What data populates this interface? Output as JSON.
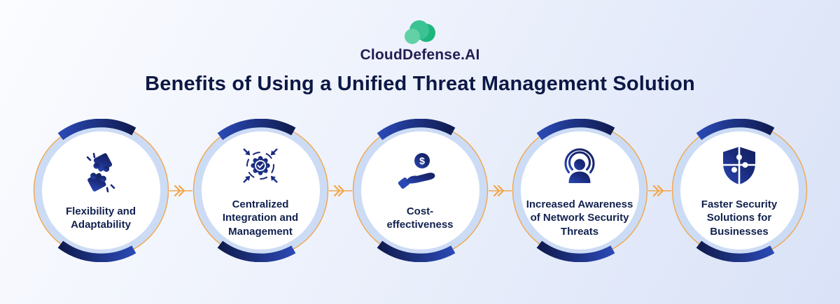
{
  "header": {
    "logo_text": "CloudDefense.AI",
    "title": "Benefits of Using a Unified Threat Management Solution"
  },
  "colors": {
    "background_start": "#fbfcff",
    "background_end": "#d9e2f7",
    "title_navy": "#0c1844",
    "label_navy": "#12214f",
    "icon_navy_dark": "#131f5c",
    "icon_navy_light": "#2a49b4",
    "ring_light_blue": "#cddcf5",
    "accent_orange": "#f1a64b",
    "logo_green_main": "#3cc393",
    "logo_green_light": "#62d1a5",
    "logo_green_dark": "#1eb57c",
    "inner_circle_white": "#ffffff"
  },
  "coin": {
    "symbol": "$"
  },
  "steps": [
    {
      "label": "Flexibility and\nAdaptability",
      "icon": "puzzle-pieces-icon"
    },
    {
      "label": "Centralized\nIntegration and\nManagement",
      "icon": "centralized-management-icon"
    },
    {
      "label": "Cost-\neffectiveness",
      "icon": "hand-holding-coin-icon"
    },
    {
      "label": "Increased Awareness\nof Network Security\nThreats",
      "icon": "person-broadcast-icon"
    },
    {
      "label": "Faster Security\nSolutions for\nBusinesses",
      "icon": "shield-puzzle-icon"
    }
  ]
}
